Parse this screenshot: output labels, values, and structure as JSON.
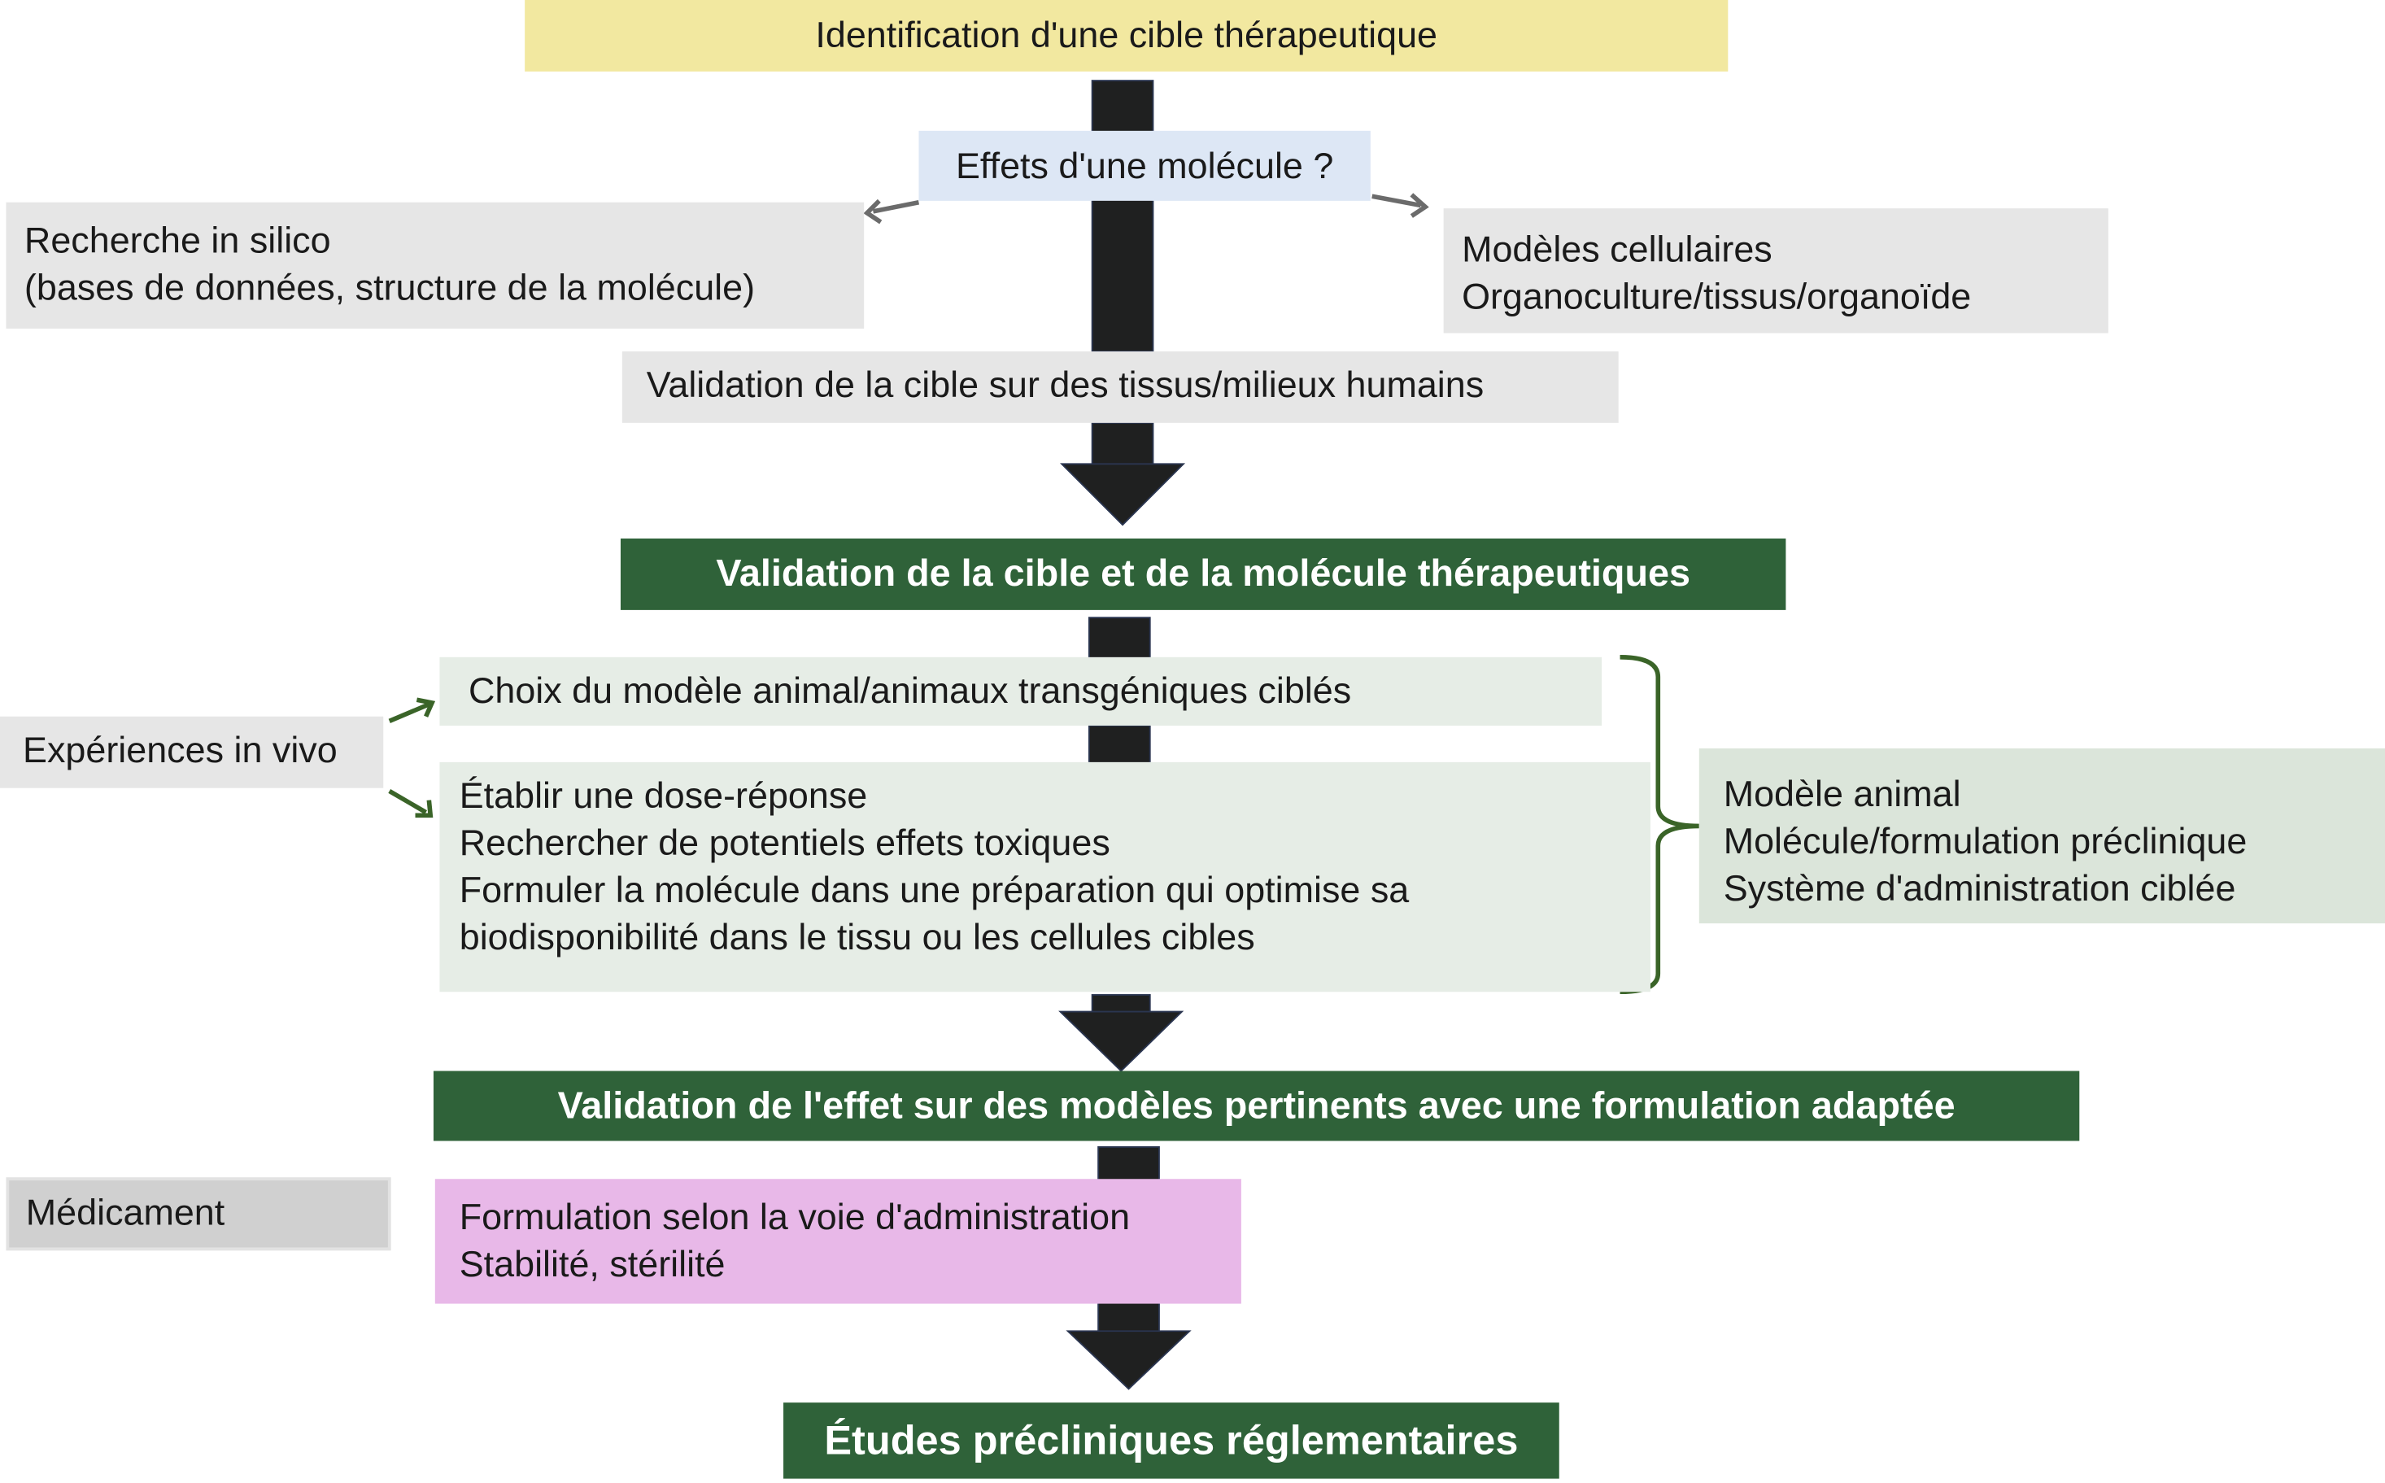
{
  "title_box": "Identification d'une cible thérapeutique",
  "question_box": "Effets d'une molécule ?",
  "in_silico": [
    "Recherche in silico",
    "(bases de données, structure de la molécule)"
  ],
  "cell_models": [
    "Modèles cellulaires",
    "Organoculture/tissus/organoïde"
  ],
  "human_validation": "Validation de la cible sur des tissus/milieux humains",
  "stage1": "Validation de la cible et de la molécule thérapeutiques",
  "in_vivo": "Expériences in vivo",
  "animal_choice": "Choix du modèle animal/animaux transgéniques ciblés",
  "in_vivo_steps": [
    "Établir une dose-réponse",
    "Rechercher de potentiels effets toxiques",
    "Formuler la molécule dans une préparation qui optimise sa",
    "biodisponibilité dans le tissu ou les cellules cibles"
  ],
  "outputs": [
    "Modèle animal",
    "Molécule/formulation préclinique",
    "Système d'administration ciblée"
  ],
  "stage2": "Validation de l'effet sur des modèles pertinents avec une formulation adaptée",
  "medicament": "Médicament",
  "formulation": [
    "Formulation selon la voie d'administration",
    "Stabilité, stérilité"
  ],
  "stage3": "Études précliniques réglementaires",
  "colors": {
    "yellow": "#f2e8a0",
    "blue": "#dde7f5",
    "green": "#2f6239",
    "pale_green": "#e6ede6",
    "pink": "#e8b8e8"
  }
}
